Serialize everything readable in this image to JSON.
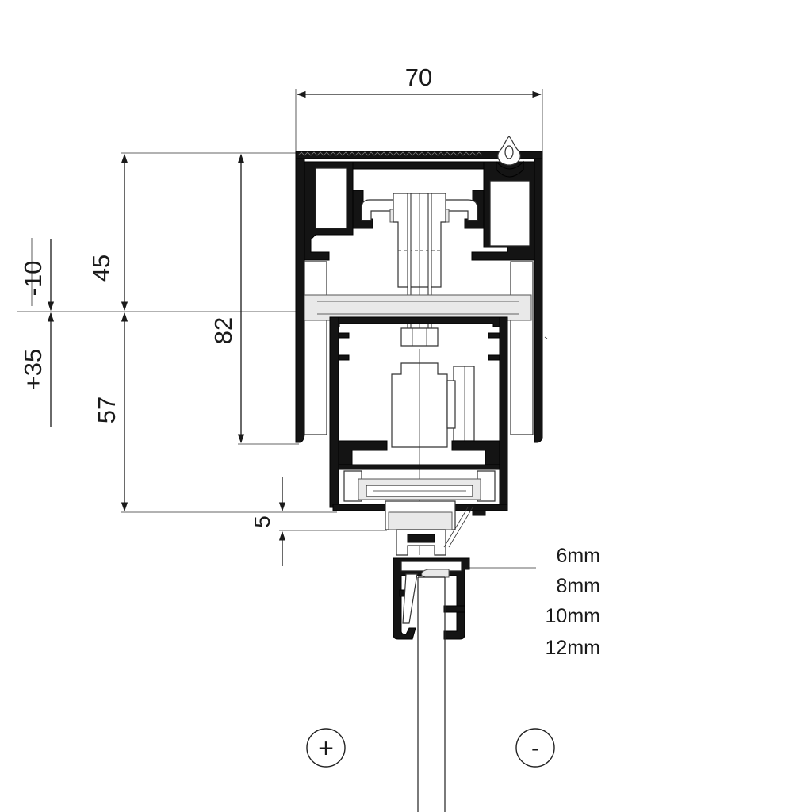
{
  "dimensions": {
    "width_top": "70",
    "height_upper": "45",
    "height_total": "82",
    "height_lower": "57",
    "adjust_up": "-10",
    "adjust_down": "+35",
    "gap_bottom": "5"
  },
  "glass_thickness": {
    "options": [
      "6mm",
      "8mm",
      "10mm",
      "12mm"
    ]
  },
  "symbols": {
    "plus": "+",
    "minus": "-"
  }
}
